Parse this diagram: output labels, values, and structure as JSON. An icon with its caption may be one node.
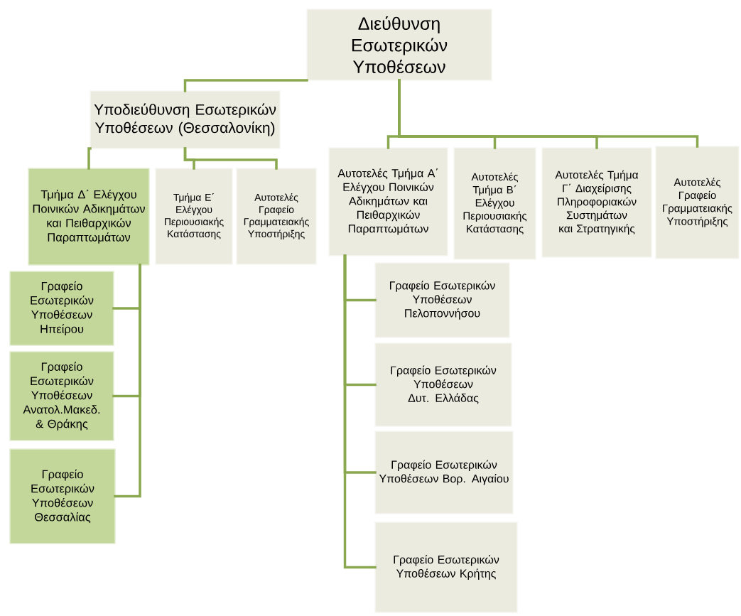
{
  "diagram": {
    "nodes": [
      {
        "text": [
          "Διεύθυνση Εσωτερικών Υποθέσεων"
        ]
      },
      {
        "text": [
          "Υποδιεύθυνση Εσωτερικών Υποθέσεων (Θεσσαλονίκη)"
        ]
      },
      {
        "text": [
          "Τμήμα Δ΄ Ελέγχου Ποινικών Αδικημάτων και Πειθαρχικών Παραπτωμάτων"
        ]
      },
      {
        "text": [
          "Τμήμα Ε΄ Ελέγχου Περιουσιακής Κατάστασης"
        ]
      },
      {
        "text": [
          "Αυτοτελές Γραφείο Γραμματειακής Υποστήριξης"
        ]
      },
      {
        "text": [
          "Αυτοτελές Τμήμα Α΄ Ελέγχου Ποινικών Αδικημάτων και Πειθαρχικών Παραπτωμάτων"
        ]
      },
      {
        "text": [
          "Αυτοτελές Τμήμα Β΄ Ελέγχου Περιουσιακής Κατάστασης"
        ]
      },
      {
        "text": [
          "Αυτοτελές Τμήμα Γ΄ Διαχείρισης Πληροφοριακών Συστημάτων και Στρατηγικής"
        ]
      },
      {
        "text": [
          "Αυτοτελές Γραφείο Γραμματειακής Υποστήριξης"
        ]
      },
      {
        "text": [
          "Γραφείο Εσωτερικών Υποθέσεων Ηπείρου"
        ]
      },
      {
        "text": [
          "Γραφείο Εσωτερικών Υποθέσεων Ανατολ.Μακεδ. & Θράκης"
        ]
      },
      {
        "text": [
          "Γραφείο Εσωτερικών Υποθέσεων Θεσσαλίας"
        ]
      },
      {
        "text": [
          "Γραφείο Εσωτερικών Υποθέσεων Πελοποννήσου"
        ]
      },
      {
        "text": [
          "Γραφείο Εσωτερικών Υποθέσεων Δυτ. Ελλάδας"
        ]
      },
      {
        "text": [
          "Γραφείο Εσωτερικών Υποθέσεων Βορ. Αιγαίου"
        ]
      },
      {
        "text": [
          "Γραφείο Εσωτερικών Υποθέσεων Κρήτης"
        ]
      }
    ],
    "edges": [
      {
        "from": 0,
        "to": 1,
        "arrow": "none"
      },
      {
        "from": 0,
        "to": 5,
        "arrow": "none"
      },
      {
        "from": 0,
        "to": 6,
        "arrow": "none"
      },
      {
        "from": 0,
        "to": 7,
        "arrow": "none"
      },
      {
        "from": 0,
        "to": 8,
        "arrow": "none"
      },
      {
        "from": 1,
        "to": 2,
        "arrow": "none"
      },
      {
        "from": 1,
        "to": 3,
        "arrow": "none"
      },
      {
        "from": 1,
        "to": 4,
        "arrow": "none"
      },
      {
        "from": 2,
        "to": 9,
        "arrow": "none"
      },
      {
        "from": 2,
        "to": 10,
        "arrow": "none"
      },
      {
        "from": 2,
        "to": 11,
        "arrow": "none"
      },
      {
        "from": 5,
        "to": 12,
        "arrow": "none"
      },
      {
        "from": 5,
        "to": 13,
        "arrow": "none"
      },
      {
        "from": 5,
        "to": 14,
        "arrow": "none"
      },
      {
        "from": 5,
        "to": 15,
        "arrow": "none"
      }
    ]
  }
}
